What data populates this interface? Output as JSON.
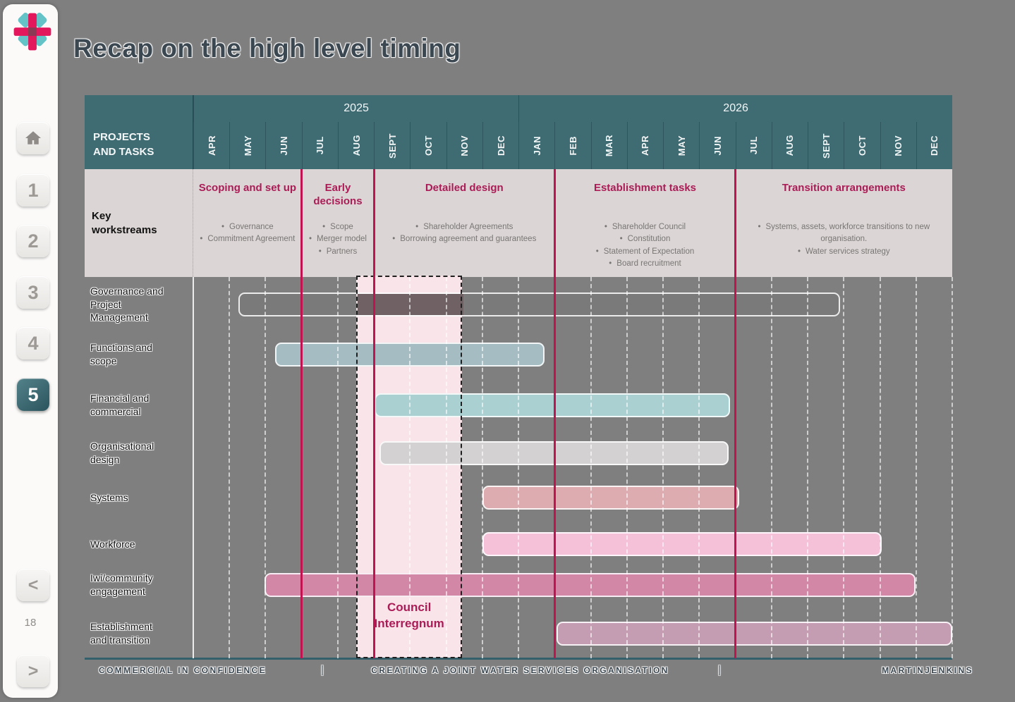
{
  "page": {
    "title": "Recap on the high level timing",
    "background": "#7f7f7f"
  },
  "sidebar": {
    "logo": "flower-plus-logo",
    "pages": [
      "1",
      "2",
      "3",
      "4",
      "5"
    ],
    "active_page": "5",
    "prev_label": "<",
    "next_label": ">",
    "page_number": "18"
  },
  "header": {
    "corner_label": "PROJECTS\nAND TASKS",
    "years": [
      {
        "label": "2025",
        "start": 0,
        "span": 9
      },
      {
        "label": "2026",
        "start": 9,
        "span": 12
      }
    ],
    "months": [
      "APR",
      "MAY",
      "JUN",
      "JUL",
      "AUG",
      "SEPT",
      "OCT",
      "NOV",
      "DEC",
      "JAN",
      "FEB",
      "MAR",
      "APR",
      "MAY",
      "JUN",
      "JUL",
      "AUG",
      "SEPT",
      "OCT",
      "NOV",
      "DEC"
    ]
  },
  "workstreams": {
    "label": "Key\nworkstreams",
    "phases": [
      {
        "title": "Scoping and set up",
        "start": 0,
        "span": 3,
        "bullets": [
          "Governance",
          "Commitment Agreement"
        ]
      },
      {
        "title": "Early decisions",
        "start": 3,
        "span": 2,
        "bullets": [
          "Scope",
          "Merger model",
          "Partners"
        ]
      },
      {
        "title": "Detailed design",
        "start": 5,
        "span": 5,
        "bullets": [
          "Shareholder Agreements",
          "Borrowing agreement and guarantees"
        ]
      },
      {
        "title": "Establishment tasks",
        "start": 10,
        "span": 5,
        "bullets": [
          "Shareholder Council",
          "Constitution",
          "Statement of Expectation",
          "Board recruitment"
        ]
      },
      {
        "title": "Transition arrangements",
        "start": 15,
        "span": 6,
        "bullets": [
          "Systems, assets, workforce transitions to new organisation.",
          "Water services strategy"
        ]
      }
    ]
  },
  "chart_data": {
    "type": "gantt",
    "timeline_start": "Apr 2025",
    "timeline_end": "Dec 2026",
    "month_axis_note": "month units measured from Apr 2025 = 0",
    "rows": [
      {
        "label": "Governance and\nProject\nManagement",
        "start": 1.25,
        "end": 17.9,
        "start_label": "mid May 2025",
        "end_label": "end Sep 2026",
        "style": "outline",
        "color": "transparent",
        "overlay": {
          "start": 4.51,
          "end": 7.44,
          "color": "#6f6164",
          "meaning": "overlap with Council Interregnum"
        }
      },
      {
        "label": "Functions and\nscope",
        "start": 2.27,
        "end": 9.72,
        "start_label": "Jun 2025",
        "end_label": "mid Jan 2026",
        "style": "fill",
        "color": "#a5bdc2"
      },
      {
        "label": "Financial and\ncommercial",
        "start": 5.02,
        "end": 14.85,
        "start_label": "Sep 2025",
        "end_label": "end Jun 2026",
        "style": "fill",
        "color": "#aad0d2"
      },
      {
        "label": "Organisational\ndesign",
        "start": 5.15,
        "end": 14.82,
        "start_label": "Sep 2025",
        "end_label": "end Jun 2026",
        "style": "fill",
        "color": "#d3d1d1"
      },
      {
        "label": "Systems",
        "start": 8.0,
        "end": 15.1,
        "start_label": "Dec 2025",
        "end_label": "early Jul 2026",
        "style": "fill",
        "color": "#ddacb0"
      },
      {
        "label": "Workforce",
        "start": 8.0,
        "end": 19.05,
        "start_label": "Dec 2025",
        "end_label": "end Oct 2026",
        "style": "fill",
        "color": "#f5c1d9"
      },
      {
        "label": "Iwi/community\nengagement",
        "start": 1.97,
        "end": 19.98,
        "start_label": "Jun 2025",
        "end_label": "end Nov 2026",
        "style": "fill",
        "color": "#d287a6"
      },
      {
        "label": "Establishment\nand transition",
        "start": 10.05,
        "end": 21.0,
        "start_label": "Feb 2026",
        "end_label": "end Dec 2026",
        "style": "fill",
        "color": "#c59db2"
      }
    ],
    "interregnum": {
      "label": "Council Interregnum",
      "start": 4.51,
      "end": 7.44,
      "color": "#f8e4e9"
    },
    "phase_lines": [
      {
        "month": 3,
        "label": "Jul 2025"
      },
      {
        "month": 5,
        "label": "Sep 2025"
      },
      {
        "month": 10,
        "label": "Feb 2026"
      },
      {
        "month": 15,
        "label": "Jul 2026"
      }
    ],
    "legend_position": "none",
    "grid": true
  },
  "footer": {
    "left": "COMMERCIAL IN CONFIDENCE",
    "center": "CREATING A JOINT WATER SERVICES ORGANISATION",
    "brand": "MARTINJENKINS",
    "separator": "|"
  },
  "colors": {
    "background": "#7f7f7f",
    "header_teal": "#3f6b73",
    "workstreams_bg": "#dbd6d5",
    "phase_title_crimson": "#ab1c56",
    "phase_line_crimson": "#c0134f",
    "interregnum_band": "#f8e4e9",
    "footer_rule": "#33606b"
  }
}
